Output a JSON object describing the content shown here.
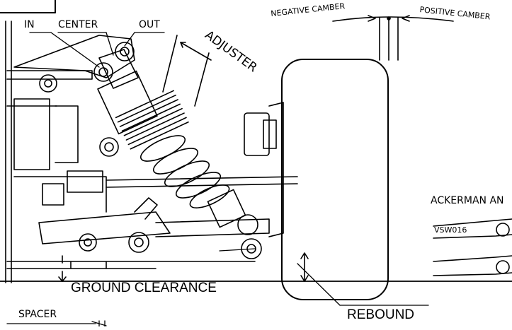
{
  "diagram": {
    "view_title": "ONT",
    "labels": {
      "in": "IN",
      "center": "CENTER",
      "out": "OUT",
      "adjuster": "ADJUSTER",
      "negative_camber": "NEGATIVE CAMBER",
      "positive_camber": "POSITIVE CAMBER",
      "ackerman": "ACKERMAN AN",
      "part_code": "VSW016",
      "ground_clearance": "GROUND CLEARANCE",
      "spacer": "SPACER",
      "rebound": "REBOUND"
    }
  }
}
